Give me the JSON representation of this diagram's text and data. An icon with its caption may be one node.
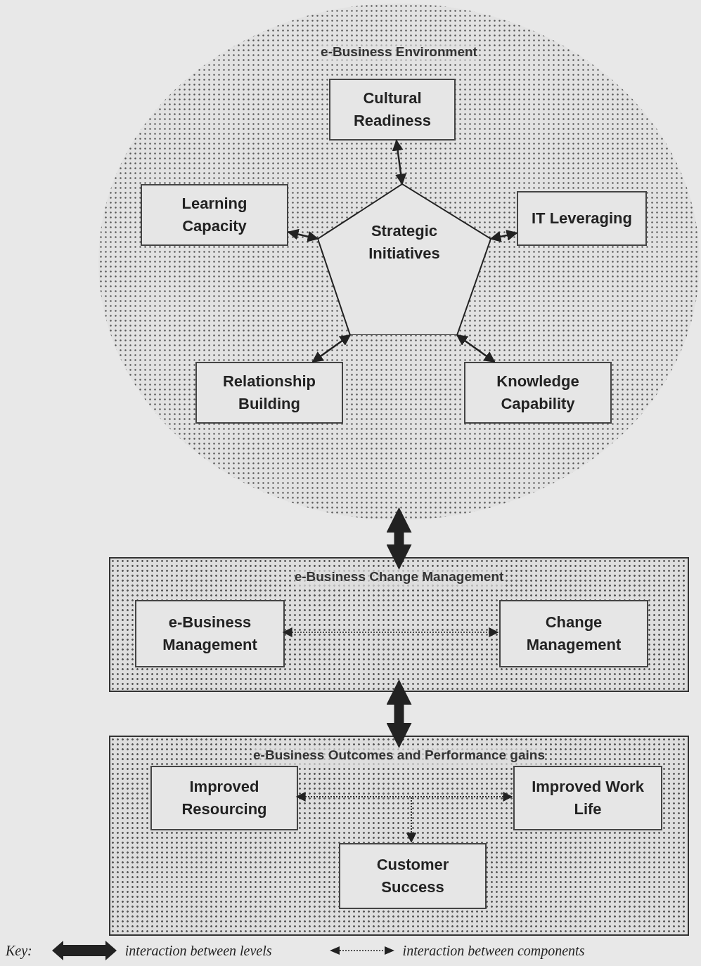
{
  "diagram": {
    "nodes": [
      {
        "text": [
          "e-Business Environment"
        ]
      },
      {
        "text": [
          "Cultural Readiness"
        ],
        "in": 0
      },
      {
        "text": [
          "Learning Capacity"
        ],
        "in": 0
      },
      {
        "text": [
          "IT Leveraging"
        ],
        "in": 0
      },
      {
        "text": [
          "Strategic Initiatives"
        ],
        "in": 0
      },
      {
        "text": [
          "Relationship Building"
        ],
        "in": 0
      },
      {
        "text": [
          "Knowledge Capability"
        ],
        "in": 0
      },
      {
        "text": [
          "e-Business Change Management"
        ]
      },
      {
        "text": [
          "e-Business Management"
        ],
        "in": 7
      },
      {
        "text": [
          "Change Management"
        ],
        "in": 7
      },
      {
        "text": [
          "e-Business Outcomes and Performance gains"
        ]
      },
      {
        "text": [
          "Improved Resourcing"
        ],
        "in": 10
      },
      {
        "text": [
          "Improved Work Life"
        ],
        "in": 10
      },
      {
        "text": [
          "Customer Success"
        ],
        "in": 10
      }
    ],
    "edges": [
      {
        "from": 4,
        "to": 1,
        "arrow": "both"
      },
      {
        "from": 4,
        "to": 2,
        "arrow": "both"
      },
      {
        "from": 4,
        "to": 3,
        "arrow": "both"
      },
      {
        "from": 4,
        "to": 5,
        "arrow": "both"
      },
      {
        "from": 4,
        "to": 6,
        "arrow": "both"
      },
      {
        "from": 0,
        "to": 7,
        "arrow": "both",
        "style": "thick"
      },
      {
        "from": 7,
        "to": 10,
        "arrow": "both",
        "style": "thick"
      },
      {
        "from": 8,
        "to": 9,
        "arrow": "both",
        "style": "dashed"
      },
      {
        "from": 11,
        "to": 12,
        "arrow": "both",
        "style": "dashed"
      },
      {
        "from": 11,
        "to": 13,
        "arrow": "to",
        "style": "dashed"
      },
      {
        "from": 12,
        "to": 13,
        "arrow": "to",
        "style": "dashed"
      }
    ],
    "labels": [
      "Key:"
    ],
    "legend": [
      {
        "text": "interaction between levels"
      },
      {
        "text": "interaction between components"
      }
    ]
  }
}
